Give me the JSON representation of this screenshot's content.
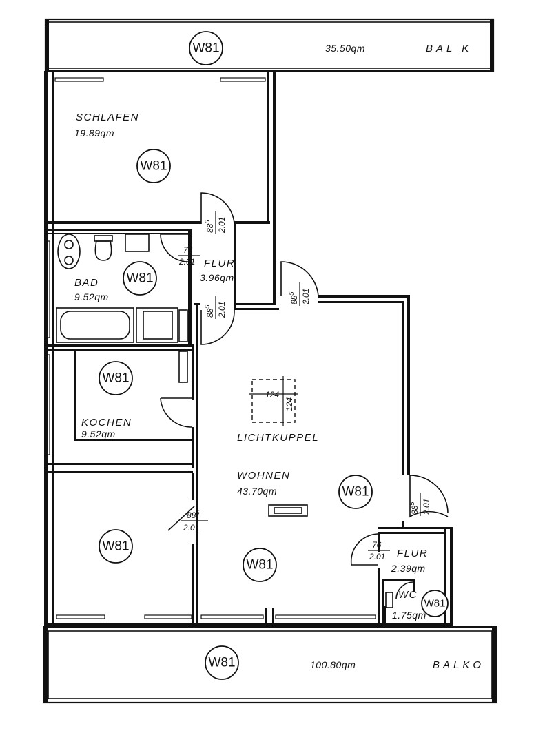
{
  "plan": {
    "unit_code": "W81",
    "rooms": {
      "balkon_top": {
        "name": "BAL K",
        "area": "35.50qm"
      },
      "schlafen": {
        "name": "SCHLAFEN",
        "area": "19.89qm"
      },
      "bad": {
        "name": "BAD",
        "area": "9.52qm"
      },
      "flur1": {
        "name": "FLUR",
        "area": "3.96qm"
      },
      "kochen": {
        "name": "KOCHEN",
        "area": "9.52qm"
      },
      "wohnen": {
        "name": "WOHNEN",
        "area": "43.70qm"
      },
      "flur2": {
        "name": "FLUR",
        "area": "2.39qm"
      },
      "wc": {
        "name": "WC",
        "area": "1.75qm"
      },
      "balkon_bottom": {
        "name": "BALKO",
        "area": "100.80qm"
      }
    },
    "skylight": {
      "label": "LICHTKUPPEL",
      "width": "124",
      "depth": "124"
    },
    "doors": {
      "d885_top": {
        "width": "88",
        "sup": "5",
        "height": "2.01"
      },
      "d76_flur1": {
        "width": "76",
        "height": "2.01"
      },
      "d885_flur1_low": {
        "width": "88",
        "sup": "5",
        "height": "2.01"
      },
      "d885_wohnen": {
        "width": "88",
        "sup": "5",
        "height": "2.01"
      },
      "d885_room": {
        "width": "88",
        "sup": "5",
        "height": "2.01"
      },
      "d885_right": {
        "width": "88",
        "sup": "5",
        "height": "2.01"
      },
      "d76_flur2": {
        "width": "76",
        "height": "2.01"
      }
    }
  }
}
